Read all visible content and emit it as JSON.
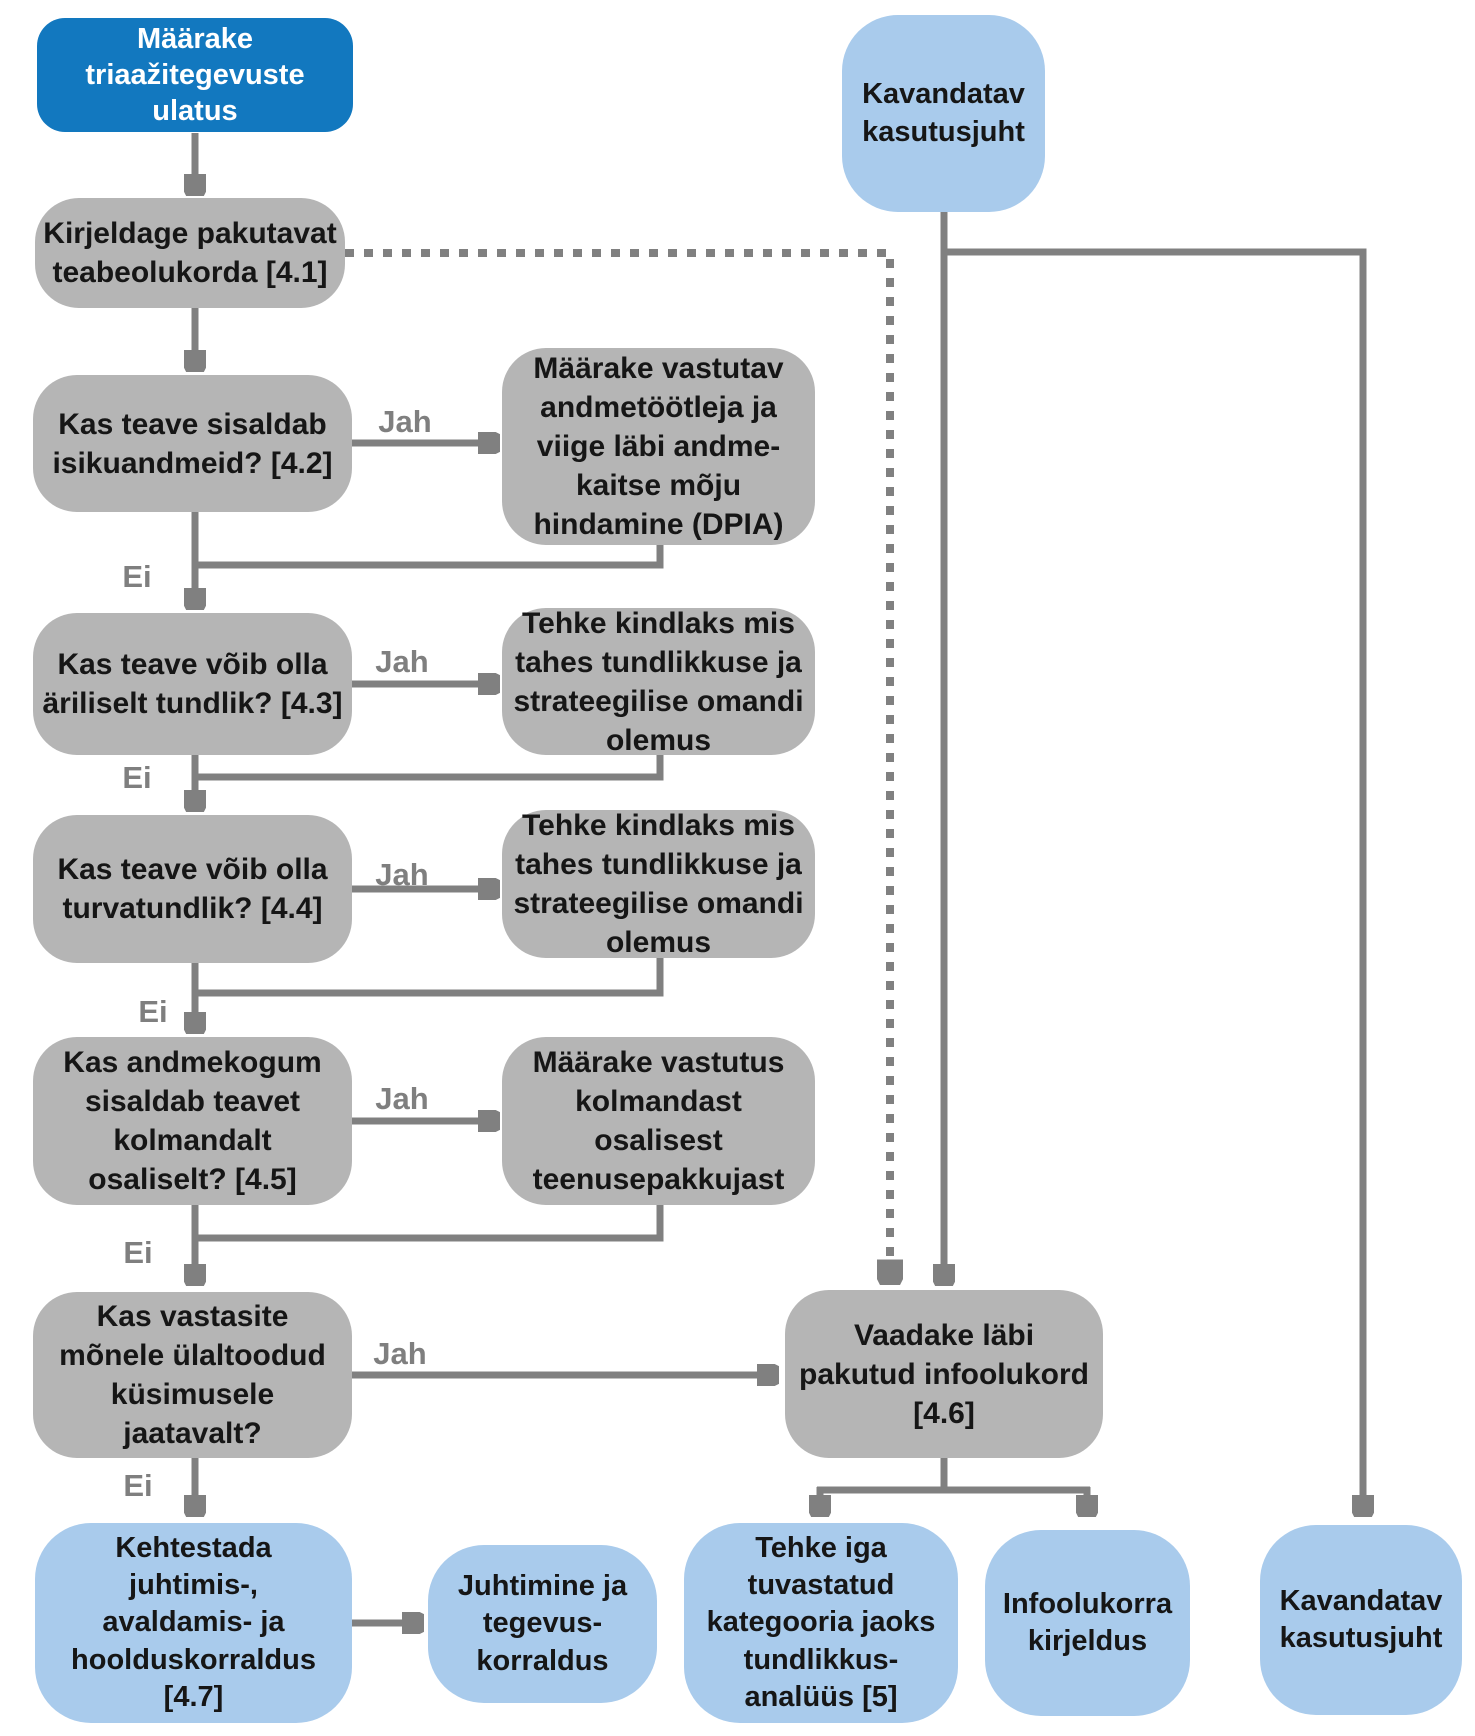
{
  "palette": {
    "start_blue": "#1278BF",
    "light_blue": "#A9CBEC",
    "box_gray": "#B5B5B5",
    "connector_gray": "#808080",
    "edge_label_gray": "#7F7F7F",
    "text_black": "#161616",
    "background": "#FFFFFF"
  },
  "nodes": [
    {
      "id": "scope",
      "type": "start",
      "text": "Määrake\ntriaažitegevuste\nulatus"
    },
    {
      "id": "describe-4-1",
      "type": "process",
      "text": "Kirjeldage pakutavat\nteabeolukorda [4.1]"
    },
    {
      "id": "q-personal-4-2",
      "type": "decision",
      "text": "Kas teave sisaldab\nisikuandmeid? [4.2]"
    },
    {
      "id": "dpia-action",
      "type": "action",
      "text": "Määrake vastutav\nandmetöötleja ja\nviige läbi andme-\nkaitse mõju\nhindamine (DPIA)"
    },
    {
      "id": "q-business-4-3",
      "type": "decision",
      "text": "Kas teave võib olla\näriliselt tundlik? [4.3]"
    },
    {
      "id": "sensitivity-action-1",
      "type": "action",
      "text": "Tehke kindlaks mis\ntahes tundlikkuse ja\nstrateegilise omandi\nolemus"
    },
    {
      "id": "q-security-4-4",
      "type": "decision",
      "text": "Kas teave võib olla\nturvatundlik? [4.4]"
    },
    {
      "id": "sensitivity-action-2",
      "type": "action",
      "text": "Tehke kindlaks mis\ntahes tundlikkuse ja\nstrateegilise omandi\nolemus"
    },
    {
      "id": "q-thirdparty-4-5",
      "type": "decision",
      "text": "Kas andmekogum\nsisaldab teavet\nkolmandalt\nosaliselt? [4.5]"
    },
    {
      "id": "thirdparty-action",
      "type": "action",
      "text": "Määrake vastutus\nkolmandast\nosalisest\nteenusepakkujast"
    },
    {
      "id": "q-any-yes",
      "type": "decision",
      "text": "Kas vastasite\nmõnele ülaltoodud\nküsimusele\njaatavalt?"
    },
    {
      "id": "review-4-6",
      "type": "process",
      "text": "Vaadake läbi\npakutud infoolukord\n[4.6]"
    },
    {
      "id": "use-case-top",
      "type": "io",
      "text": "Kavandatav\nkasutusjuht"
    },
    {
      "id": "governance-4-7",
      "type": "output",
      "text": "Kehtestada\njuhtimis-,\navaldamis- ja\nhoolduskorraldus\n[4.7]"
    },
    {
      "id": "mgmt-ops",
      "type": "output",
      "text": "Juhtimine ja\ntegevus-\nkorraldus"
    },
    {
      "id": "sensitivity-analysis-5",
      "type": "output",
      "text": "Tehke iga\ntuvastatud\nkategooria jaoks\ntundlikkus-\nanalüüs [5]"
    },
    {
      "id": "info-situation-desc",
      "type": "output",
      "text": "Infoolukorra\nkirjeldus"
    },
    {
      "id": "use-case-bottom",
      "type": "output",
      "text": "Kavandatav\nkasutusjuht"
    }
  ],
  "edge_labels": [
    {
      "id": "jah-1",
      "text": "Jah"
    },
    {
      "id": "jah-2",
      "text": "Jah"
    },
    {
      "id": "jah-3",
      "text": "Jah"
    },
    {
      "id": "jah-4",
      "text": "Jah"
    },
    {
      "id": "jah-5",
      "text": "Jah"
    },
    {
      "id": "ei-1",
      "text": "Ei"
    },
    {
      "id": "ei-2",
      "text": "Ei"
    },
    {
      "id": "ei-3",
      "text": "Ei"
    },
    {
      "id": "ei-4",
      "text": "Ei"
    },
    {
      "id": "ei-5",
      "text": "Ei"
    }
  ]
}
